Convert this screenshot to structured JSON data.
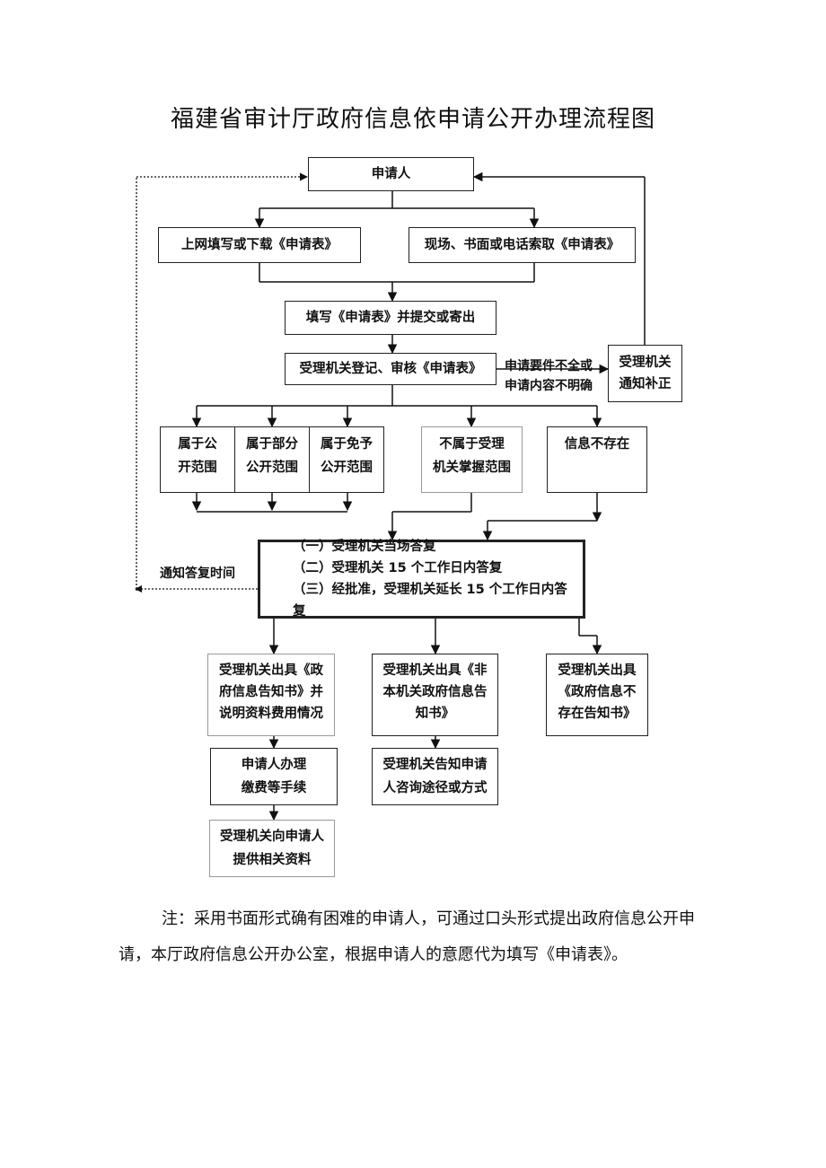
{
  "title": "福建省审计厅政府信息依申请公开办理流程图",
  "nodes": {
    "applicant": "申请人",
    "online": "上网填写或下载《申请表》",
    "onsite": "现场、书面或电话索取《申请表》",
    "submit": "填写《申请表》并提交或寄出",
    "register": "受理机关登记、审核《申请表》",
    "notify_fix": "受理机关\n通知补正",
    "public": "属于公\n开范围",
    "partial": "属于部分\n公开范围",
    "exempt": "属于免予\n公开范围",
    "not_ours": "不属于受理\n机关掌握范围",
    "not_exist": "信息不存在",
    "reply": "（一）受理机关当场答复\n（二）受理机关 15 个工作日内答复\n（三）经批准，受理机关延长 15 个工作日内答复",
    "notice_govinfo": "受理机关出具《政\n府信息告知书》并\n说明资料费用情况",
    "notice_other": "受理机关出具《非\n本机关政府信息告\n知书》",
    "notice_notexist": "受理机关出具\n《政府信息不\n存在告知书》",
    "pay": "申请人办理\n缴费等手续",
    "consult": "受理机关告知申请\n人咨询途径或方式",
    "provide": "受理机关向申请人\n提供相关资料"
  },
  "edge_labels": {
    "incomplete": "申请要件不全或\n申请内容不明确",
    "notify_time": "通知答复时间"
  },
  "note": "注：采用书面形式确有困难的申请人，可通过口头形式提出政府信息公开申请，本厅政府信息公开办公室，根据申请人的意愿代为填写《申请表》。"
}
